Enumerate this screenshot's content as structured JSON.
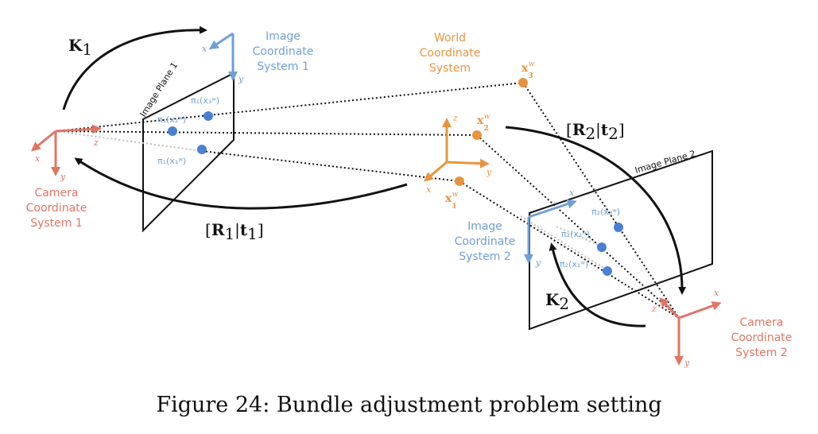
{
  "colors": {
    "camera": "#e07563",
    "image": "#6f9fd8",
    "world": "#e8943f",
    "line": "#111111",
    "faint": "#bbbbbb"
  },
  "labels": {
    "k1": "K",
    "k1_sub": "1",
    "k2": "K",
    "k2_sub": "2",
    "rt1_open": "[",
    "rt1_R": "R",
    "rt1_r_sub": "1",
    "rt1_bar": "|",
    "rt1_t": "t",
    "rt1_t_sub": "1",
    "rt1_close": "]",
    "rt2_open": "[",
    "rt2_R": "R",
    "rt2_r_sub": "2",
    "rt2_bar": "|",
    "rt2_t": "t",
    "rt2_t_sub": "2",
    "rt2_close": "]",
    "camera1": [
      "Camera",
      "Coordinate",
      "System 1"
    ],
    "camera2": [
      "Camera",
      "Coordinate",
      "System 2"
    ],
    "image1": [
      "Image",
      "Coordinate",
      "System 1"
    ],
    "image2": [
      "Image",
      "Coordinate",
      "System 2"
    ],
    "world": [
      "World",
      "Coordinate",
      "System"
    ],
    "image_plane_1": "Image Plane 1",
    "image_plane_2": "Image Plane 2"
  },
  "axes": {
    "x": "x",
    "y": "y",
    "z": "z"
  },
  "points": {
    "x1w": "x",
    "x1w_sup": "w",
    "x1w_sub": "1",
    "x2w": "x",
    "x2w_sup": "w",
    "x2w_sub": "2",
    "x3w": "x",
    "x3w_sup": "w",
    "x3w_sub": "3"
  },
  "projections": {
    "p1_3": "π₁(x₃ʷ)",
    "p1_2": "π₁(x₂ʷ)",
    "p1_1": "π₁(x₁ʷ)",
    "p2_3": "π₂(x₃ʷ)",
    "p2_2": "π₂(x₂ʷ)",
    "p2_1": "π₂(x₁ʷ)"
  },
  "caption": "Figure 24: Bundle adjustment problem setting"
}
